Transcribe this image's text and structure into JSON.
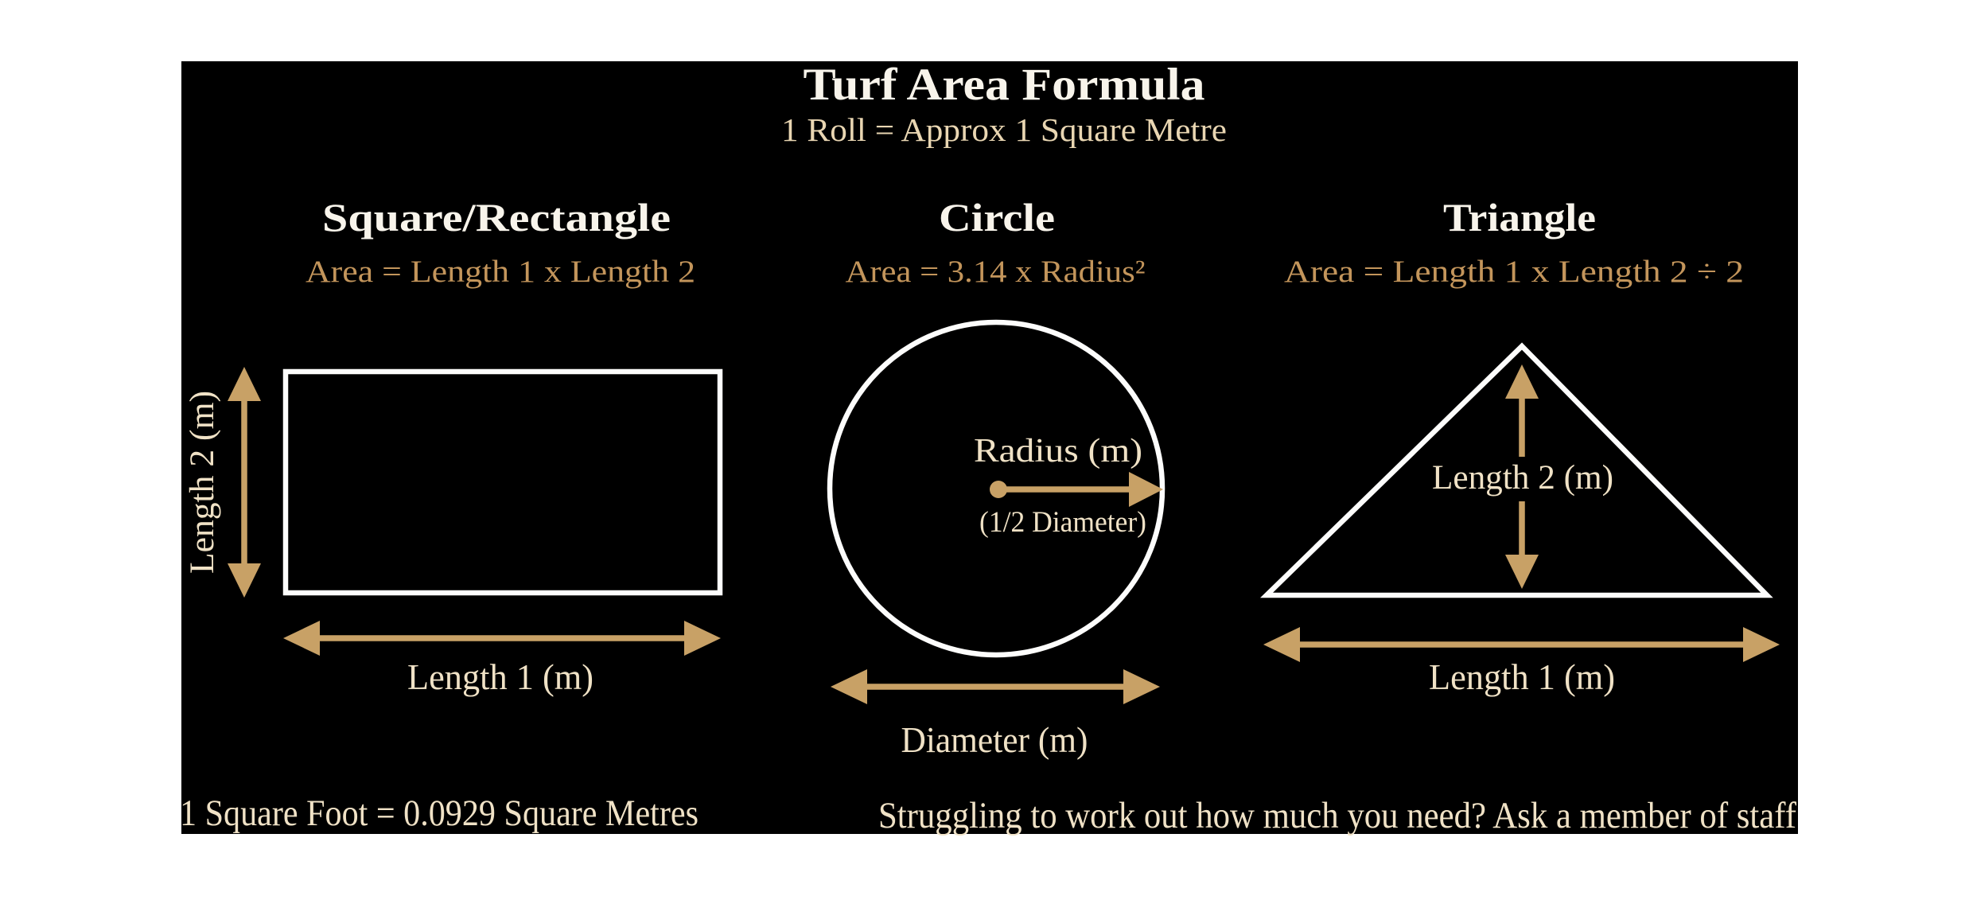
{
  "title": "Turf Area Formula",
  "subtitle": "1 Roll = Approx 1 Square Metre",
  "colors": {
    "background": "#ffffff",
    "panel": "#000000",
    "shape_white": "#fdfdfc",
    "title_white": "#f8f4eb",
    "cream": "#f0e2c6",
    "subtitle_cream": "#e9d6b2",
    "gold": "#c3955b",
    "tan": "#c8a166"
  },
  "sections": {
    "rectangle": {
      "heading": "Square/Rectangle",
      "formula": "Area = Length 1 x Length 2",
      "side_label": "Length 2 (m)",
      "bottom_label": "Length 1 (m)"
    },
    "circle": {
      "heading": "Circle",
      "formula": "Area = 3.14 x Radius²",
      "radius_label": "Radius (m)",
      "radius_sublabel": "(1/2 Diameter)",
      "bottom_label": "Diameter (m)"
    },
    "triangle": {
      "heading": "Triangle",
      "formula": "Area = Length 1 x Length 2 ÷ 2",
      "height_label": "Length 2 (m)",
      "bottom_label": "Length 1 (m)"
    }
  },
  "footer": {
    "left": "1 Square Foot = 0.0929 Square Metres",
    "right": "Struggling to work out how much you need? Ask a member of staff"
  }
}
